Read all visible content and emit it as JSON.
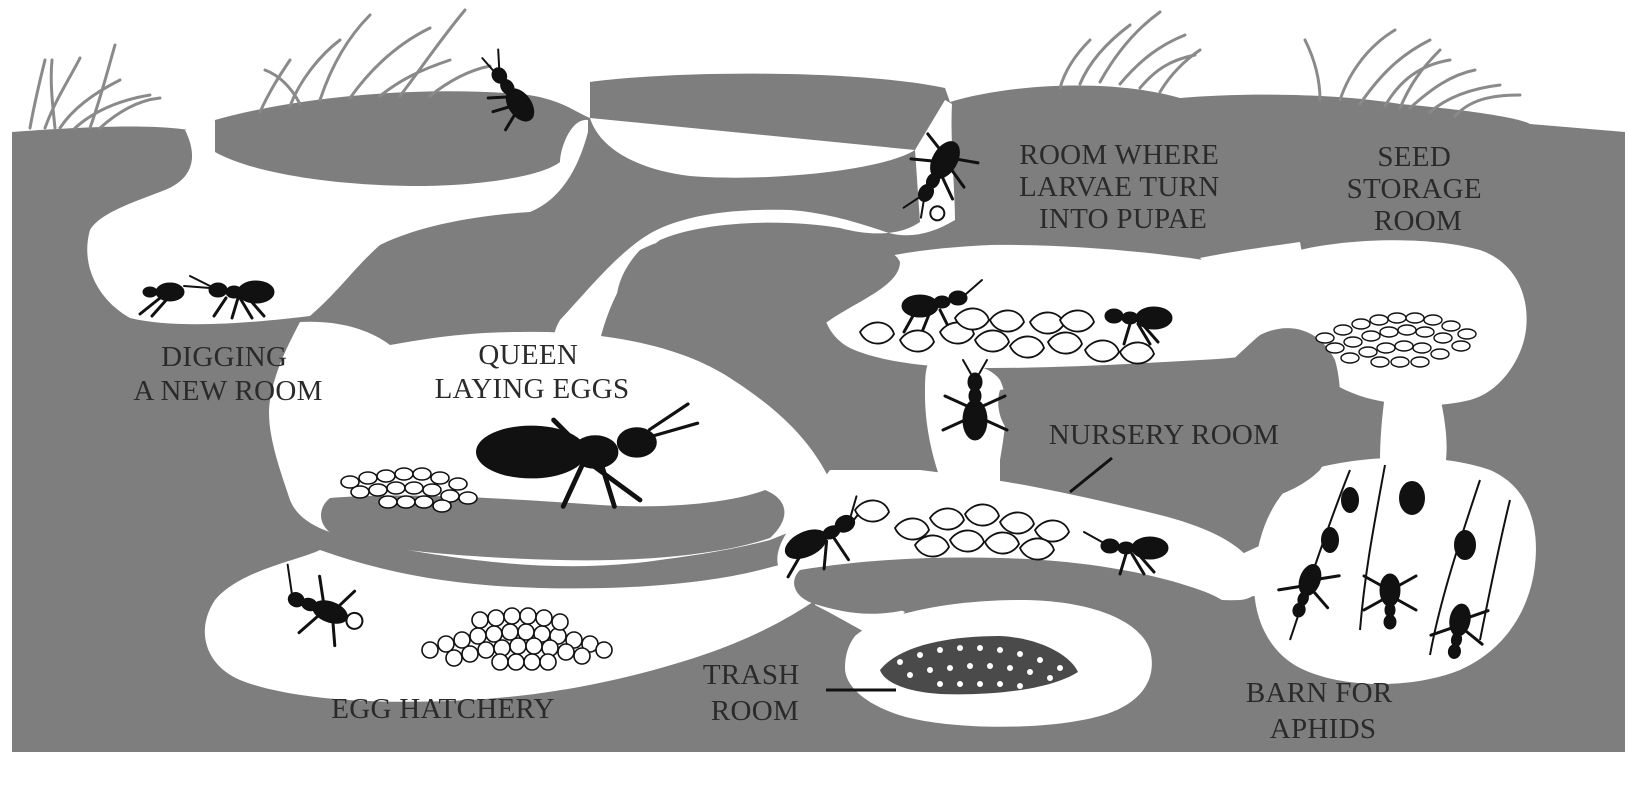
{
  "colors": {
    "soil": "#7e7e7e",
    "tunnel": "#ffffff",
    "ink": "#111111",
    "label": "#2a2a2a",
    "grass": "#8a8a8a"
  },
  "icons": [
    "grass-tuft-icon",
    "ant-icon",
    "egg-cluster-icon",
    "larva-icon",
    "seed-pile-icon",
    "aphid-icon",
    "trash-pile-icon"
  ],
  "labels": {
    "digging": [
      "DIGGING",
      "A NEW ROOM"
    ],
    "queen": [
      "QUEEN",
      "LAYING EGGS"
    ],
    "pupae": [
      "ROOM WHERE",
      "LARVAE TURN",
      "INTO PUPAE"
    ],
    "seed": [
      "SEED",
      "STORAGE",
      "ROOM"
    ],
    "nursery": [
      "NURSERY ROOM"
    ],
    "hatchery": [
      "EGG HATCHERY"
    ],
    "trash": [
      "TRASH",
      "ROOM"
    ],
    "barn": [
      "BARN FOR",
      "APHIDS"
    ]
  }
}
